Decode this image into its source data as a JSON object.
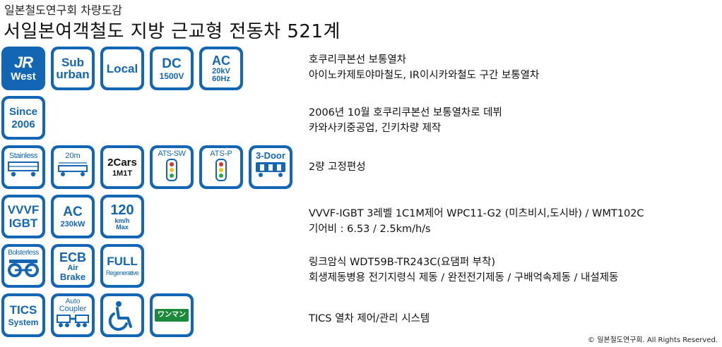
{
  "header": {
    "subtitle": "일본철도연구회 차량도감",
    "title": "서일본여객철도 지방 근교형 전동차 521계"
  },
  "rows": [
    {
      "icons": [
        {
          "lines": [
            "JR",
            "West"
          ]
        },
        {
          "lines": [
            "Sub",
            "urban"
          ]
        },
        {
          "lines": [
            "Local"
          ]
        },
        {
          "lines": [
            "DC",
            "1500V"
          ]
        },
        {
          "lines": [
            "AC",
            "20kV",
            "60Hz"
          ]
        }
      ],
      "desc": [
        "호쿠리쿠본선 보통열차",
        "아이노카제토야마철도, IR이시카와철도 구간 보통열차"
      ]
    },
    {
      "icons": [
        {
          "lines": [
            "Since",
            "2006"
          ]
        }
      ],
      "desc": [
        "2006년 10월 호쿠리쿠본선 보통열차로 데뷔",
        "카와사키중공업, 긴키차량 제작"
      ]
    },
    {
      "icons": [
        {
          "lines": [
            "Stainless"
          ]
        },
        {
          "lines": [
            "20m"
          ]
        },
        {
          "lines": [
            "2Cars",
            "1M1T"
          ]
        },
        {
          "lines": [
            "ATS-SW"
          ]
        },
        {
          "lines": [
            "ATS-P"
          ]
        },
        {
          "lines": [
            "3-Door"
          ]
        }
      ],
      "desc": [
        "2량 고정편성"
      ]
    },
    {
      "icons": [
        {
          "lines": [
            "VVVF",
            "IGBT"
          ]
        },
        {
          "lines": [
            "AC",
            "230kW"
          ]
        },
        {
          "lines": [
            "120",
            "km/h",
            "Max"
          ]
        }
      ],
      "desc": [
        "VVVF-IGBT 3레벨 1C1M제어 WPC11-G2 (미츠비시,도시바) / WMT102C",
        "기어비 : 6.53 / 2.5km/h/s"
      ]
    },
    {
      "icons": [
        {
          "lines": [
            "Bolsterless"
          ]
        },
        {
          "lines": [
            "ECB",
            "Air",
            "Brake"
          ]
        },
        {
          "lines": [
            "FULL",
            "Regenerative"
          ]
        }
      ],
      "desc": [
        "링크암식 WDT59B-TR243C(요댐퍼 부착)",
        "회생제동병용 전기지령식 제동 / 완전전기제동 / 구배억속제동 / 내설제동"
      ]
    },
    {
      "icons": [
        {
          "lines": [
            "TICS",
            "System"
          ]
        },
        {
          "lines": [
            "Auto",
            "Coupler"
          ]
        },
        {
          "lines": []
        },
        {
          "lines": [
            "ワンマン"
          ]
        }
      ],
      "desc": [
        "TICS 열차 제어/관리 시스템"
      ]
    }
  ],
  "footer": {
    "copyright": "© 일본철도연구회. All Rights Reserved."
  },
  "colors": {
    "icon_blue": "#1266b4",
    "wanman_green": "#1a8a3a",
    "signal_red": "#e0302a",
    "signal_yellow": "#f2c31a",
    "signal_green": "#2aa84a"
  }
}
